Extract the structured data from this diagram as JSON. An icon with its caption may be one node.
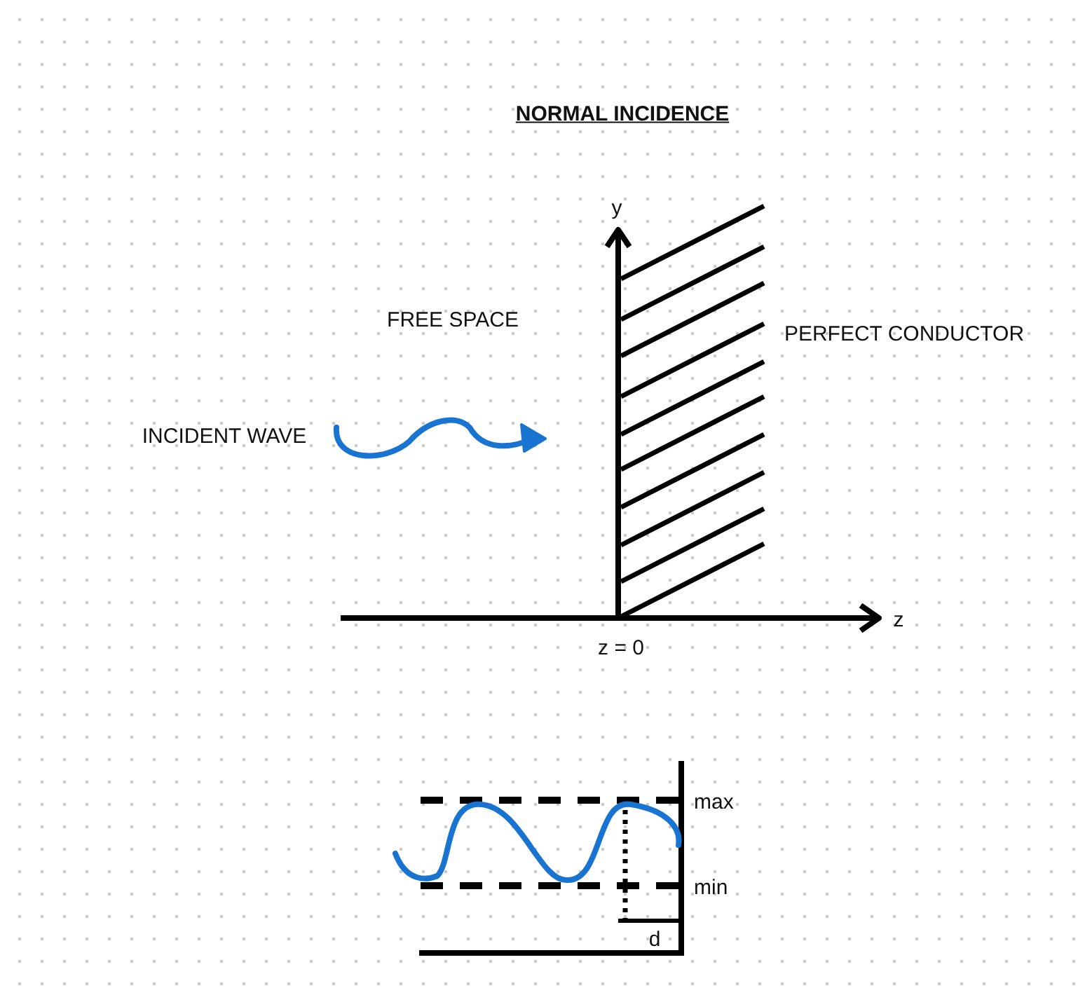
{
  "diagram": {
    "title": "NORMAL INCIDENCE",
    "labels": [
      "y",
      "FREE SPACE",
      "PERFECT CONDUCTOR",
      "INCIDENT WAVE",
      "z",
      "z = 0",
      "max",
      "min",
      "d"
    ]
  }
}
